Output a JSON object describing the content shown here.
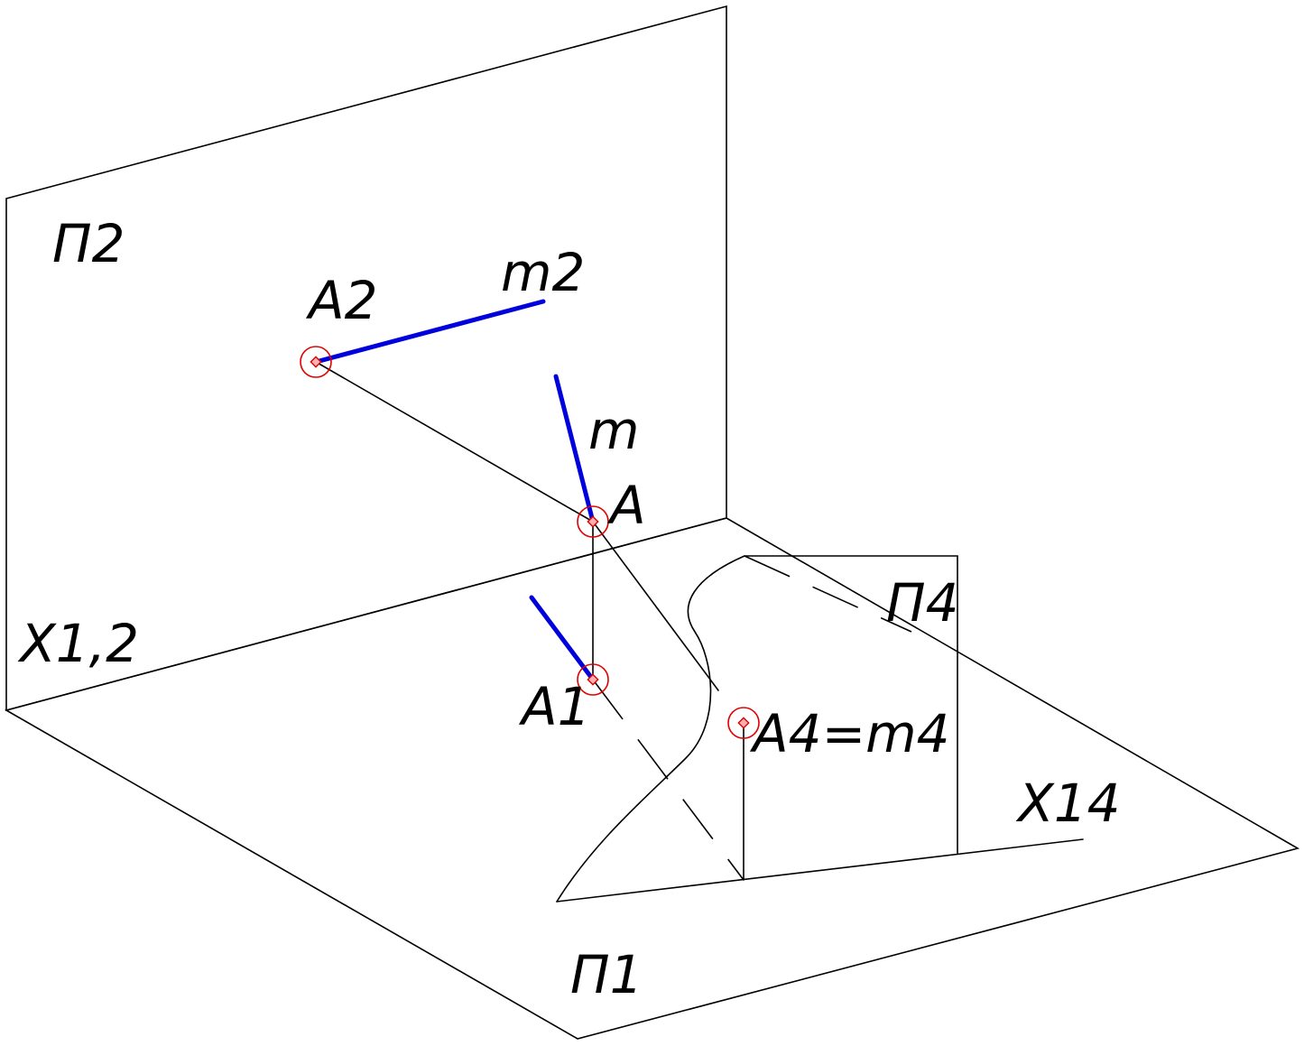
{
  "planes": {
    "p2": "П2",
    "p1": "П1",
    "p4": "П4"
  },
  "axes": {
    "x12": "X1,2",
    "x14": "X14"
  },
  "points": {
    "a": "A",
    "a1": "A1",
    "a2": "A2",
    "a4_m4": "A4=m4"
  },
  "lines": {
    "m": "m",
    "m2": "m2"
  },
  "colors": {
    "line_m": "#0000dd",
    "point_marker": "#e00000"
  }
}
